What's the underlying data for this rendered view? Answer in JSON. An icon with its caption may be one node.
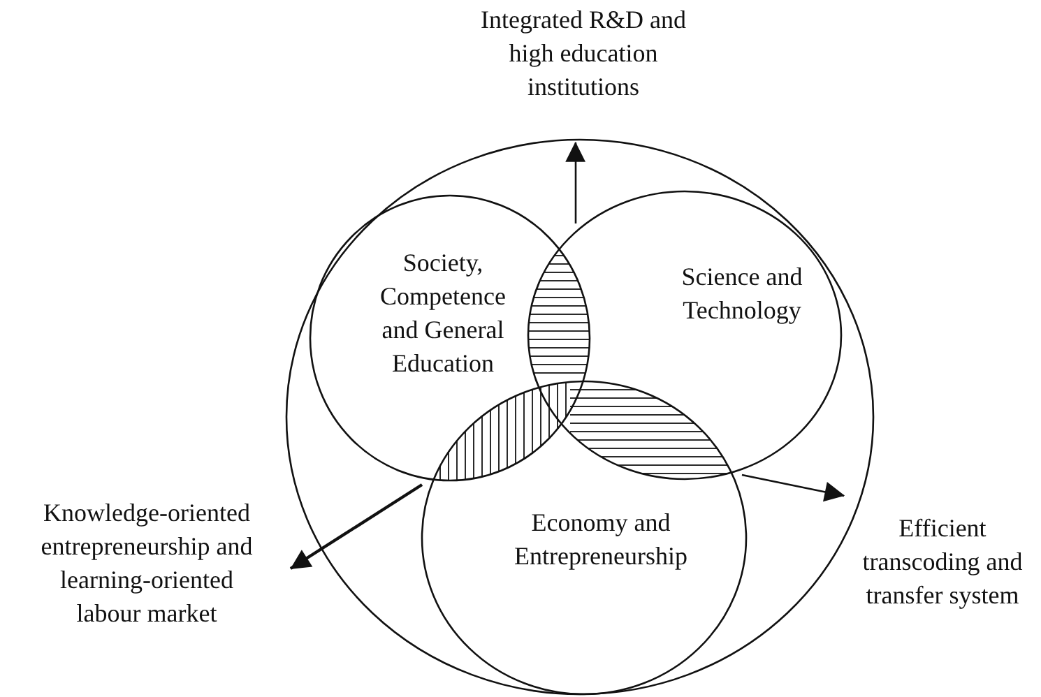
{
  "diagram": {
    "nodes": [
      {
        "text": [],
        "shape": "circle"
      },
      {
        "text": [
          "Society, Competence and General Education"
        ],
        "in": 0
      },
      {
        "text": [
          "Science and Technology"
        ],
        "in": 0
      },
      {
        "text": [
          "Economy and Entrepreneurship"
        ],
        "in": 0
      },
      {
        "text": [],
        "shape": "lens"
      },
      {
        "text": [],
        "shape": "lens"
      },
      {
        "text": [],
        "shape": "lens"
      },
      {
        "text": [
          "Integrated R&D and high education institutions"
        ]
      },
      {
        "text": [
          "Knowledge-oriented entrepreneurship and learning-oriented labour market"
        ]
      },
      {
        "text": [
          "Efficient transcoding and transfer system"
        ]
      }
    ],
    "edges": [
      {
        "from": 4,
        "to": 7,
        "arrow": "to"
      },
      {
        "from": 5,
        "to": 8,
        "arrow": "to"
      },
      {
        "from": 6,
        "to": 9,
        "arrow": "to"
      }
    ]
  }
}
